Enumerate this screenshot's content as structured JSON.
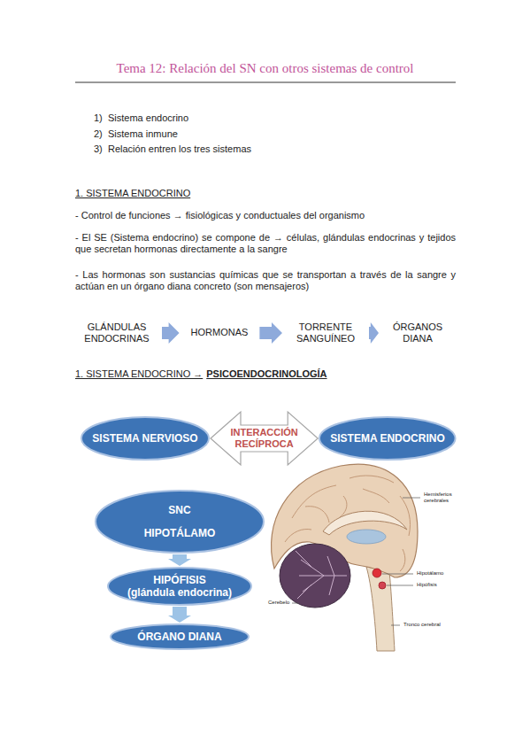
{
  "diagram": {
    "title": "Tema 12: Relación del SN con otros sistemas de control",
    "nodes": [
      {
        "text": [
          "GLÁNDULAS ENDOCRINAS"
        ]
      },
      {
        "text": [
          "HORMONAS"
        ]
      },
      {
        "text": [
          "TORRENTE SANGUÍNEO"
        ]
      },
      {
        "text": [
          "ÓRGANOS DIANA"
        ]
      },
      {
        "text": [
          "SISTEMA NERVIOSO"
        ]
      },
      {
        "text": [
          "SISTEMA ENDOCRINO"
        ]
      },
      {
        "text": [
          "SNC",
          "HIPOTÁLAMO"
        ]
      },
      {
        "text": [
          "HIPÓFISIS",
          "(glándula endocrina)"
        ]
      },
      {
        "text": [
          "ÓRGANO DIANA"
        ]
      }
    ],
    "edges": [
      {
        "from": 0,
        "to": 1,
        "arrow": "to"
      },
      {
        "from": 1,
        "to": 2,
        "arrow": "to"
      },
      {
        "from": 2,
        "to": 3,
        "arrow": "to"
      },
      {
        "from": 4,
        "to": 5,
        "label": "INTERACCIÓN RECÍPROCA",
        "arrow": "both"
      },
      {
        "from": 6,
        "to": 7,
        "arrow": "to"
      },
      {
        "from": 7,
        "to": 8,
        "arrow": "to"
      }
    ],
    "labels": [
      "1)",
      "Sistema endocrino",
      "2)",
      "Sistema inmune",
      "3)",
      "Relación entren los tres sistemas",
      "1. SISTEMA ENDOCRINO",
      "- Control de funciones → fisiológicas y conductuales del organismo",
      "- El SE (Sistema endocrino) se compone de → células, glándulas endocrinas y tejidos que secretan hormonas directamente a la sangre",
      "- Las hormonas son sustancias químicas que se transportan a través de la sangre y actúan en un órgano diana concreto (son mensajeros)",
      "1. SISTEMA ENDOCRINO →",
      "PSICOENDOCRINOLOGÍA",
      "Hemisferios cerebrales",
      "Hipotálamo",
      "Hipófisis",
      "Cerebelo",
      "Tronco cerebral"
    ]
  }
}
